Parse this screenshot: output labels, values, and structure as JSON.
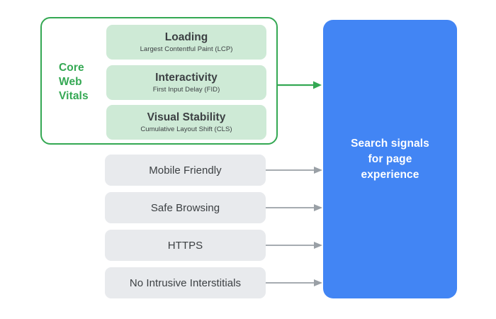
{
  "diagram": {
    "title": "Search signals for page experience",
    "colors": {
      "green_accent": "#34A853",
      "green_card_fill": "#CEEAD6",
      "gray_card_fill": "#E8EAED",
      "blue_panel": "#4285F4",
      "text_dark": "#3C4043",
      "arrow_gray": "#9AA0A6",
      "arrow_green": "#34A853"
    }
  },
  "core_web_vitals": {
    "group_label_lines": [
      "Core",
      "Web",
      "Vitals"
    ],
    "group_label": "Core Web Vitals",
    "metrics": [
      {
        "title": "Loading",
        "subtitle": "Largest Contentful Paint (LCP)"
      },
      {
        "title": "Interactivity",
        "subtitle": "First Input Delay (FID)"
      },
      {
        "title": "Visual Stability",
        "subtitle": "Cumulative Layout Shift (CLS)"
      }
    ]
  },
  "other_signals": [
    {
      "label": "Mobile Friendly"
    },
    {
      "label": "Safe Browsing"
    },
    {
      "label": "HTTPS"
    },
    {
      "label": "No Intrusive Interstitials"
    }
  ],
  "outcome": {
    "lines": [
      "Search signals",
      "for page",
      "experience"
    ],
    "text": "Search signals for page experience"
  }
}
